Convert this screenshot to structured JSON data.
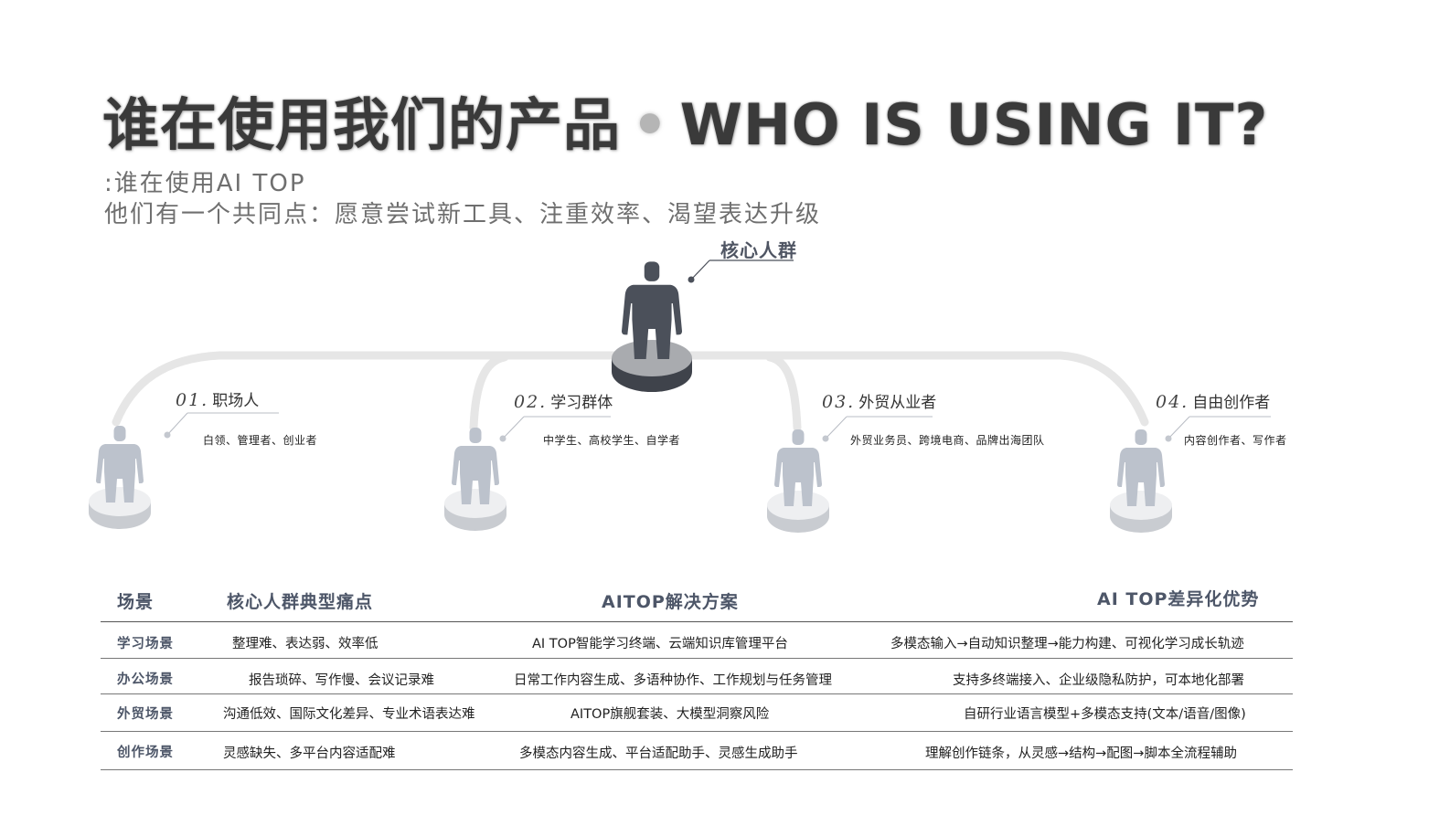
{
  "header": {
    "title_cn": "谁在使用我们的产品",
    "title_sep": "•",
    "title_en": "WHO IS USING IT?",
    "subtitle_1": ":谁在使用AI TOP",
    "subtitle_2": "他们有一个共同点：愿意尝试新工具、注重效率、渴望表达升级"
  },
  "diagram": {
    "core_label": "核心人群",
    "groups": [
      {
        "num": "01.",
        "name": "职场人",
        "desc": "白领、管理者、创业者"
      },
      {
        "num": "02.",
        "name": "学习群体",
        "desc": "中学生、高校学生、自学者"
      },
      {
        "num": "03.",
        "name": "外贸从业者",
        "desc": "外贸业务员、跨境电商、品牌出海团队"
      },
      {
        "num": "04.",
        "name": "自由创作者",
        "desc": "内容创作者、写作者"
      }
    ],
    "colors": {
      "core_figure": "#4b505a",
      "group_figure": "#bcc2cc",
      "curve": "#e6e6e6"
    }
  },
  "table": {
    "headers": [
      "场景",
      "核心人群典型痛点",
      "AITOP解决方案",
      "AI  TOP差异化优势"
    ],
    "rows": [
      [
        "学习场景",
        "整理难、表达弱、效率低",
        "AI TOP智能学习终端、云端知识库管理平台",
        "多模态输入→自动知识整理→能力构建、可视化学习成长轨迹"
      ],
      [
        "办公场景",
        "报告琐碎、写作慢、会议记录难",
        "日常工作内容生成、多语种协作、工作规划与任务管理",
        "支持多终端接入、企业级隐私防护，可本地化部署"
      ],
      [
        "外贸场景",
        "沟通低效、国际文化差异、专业术语表达难",
        "AITOP旗舰套装、大模型洞察风险",
        "自研行业语言模型+多模态支持(文本/语音/图像)"
      ],
      [
        "创作场景",
        "灵感缺失、多平台内容适配难",
        "多模态内容生成、平台适配助手、灵感生成助手",
        "理解创作链条，从灵感→结构→配图→脚本全流程辅助"
      ]
    ]
  }
}
